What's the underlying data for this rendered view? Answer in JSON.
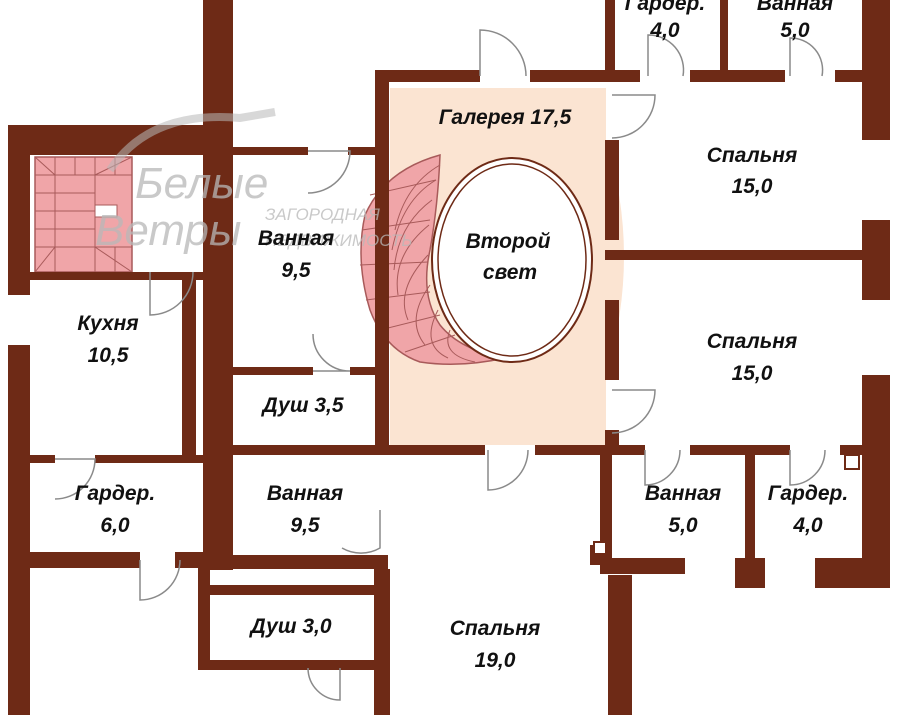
{
  "watermark": {
    "logo_line1": "Белые",
    "logo_line2": "Ветры",
    "tagline_line1": "ЗАГОРОДНАЯ",
    "tagline_line2": "НЕДВИЖИМОСТЬ"
  },
  "rooms": {
    "garderob_top": {
      "name": "Гардер.",
      "area": "4,0"
    },
    "bath_top": {
      "name": "Ванная",
      "area": "5,0"
    },
    "gallery": {
      "name": "Галерея 17,5"
    },
    "bedroom_ne": {
      "name": "Спальня",
      "area": "15,0"
    },
    "bedroom_e": {
      "name": "Спальня",
      "area": "15,0"
    },
    "atrium": {
      "name": "Второй",
      "name2": "свет"
    },
    "bath_upper": {
      "name": "Ванная",
      "area": "9,5"
    },
    "kitchen": {
      "name": "Кухня",
      "area": "10,5"
    },
    "shower_upper": {
      "name": "Душ 3,5"
    },
    "garderob_w": {
      "name": "Гардер.",
      "area": "6,0"
    },
    "bath_mid": {
      "name": "Ванная",
      "area": "9,5"
    },
    "bath_se": {
      "name": "Ванная",
      "area": "5,0"
    },
    "garderob_se": {
      "name": "Гардер.",
      "area": "4,0"
    },
    "shower_lower": {
      "name": "Душ 3,0"
    },
    "bedroom_s": {
      "name": "Спальня",
      "area": "19,0"
    }
  },
  "colors": {
    "wall": "#6e2a16",
    "gallery_fill": "#fbe4d2",
    "stair_fill": "#f0a5a8",
    "stair_line": "#a85a5a",
    "door_line": "#8a8a8a"
  }
}
